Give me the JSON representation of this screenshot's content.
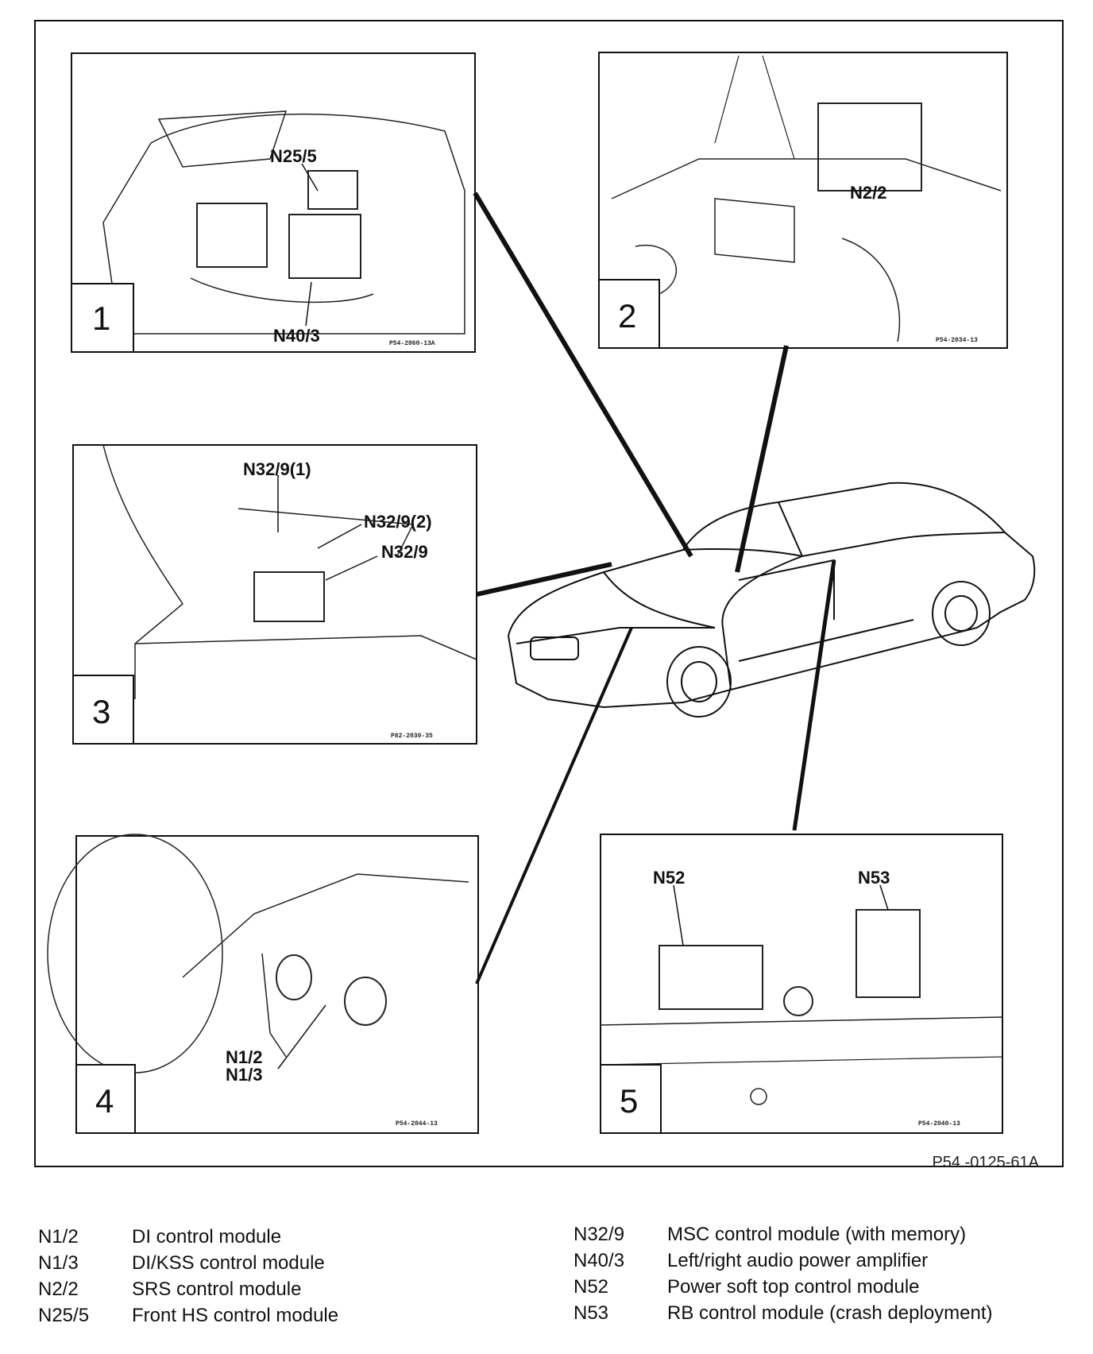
{
  "figure_reference": "P54.-0125-61A",
  "panels": [
    {
      "number": "1",
      "code": "P54-2060-13A",
      "labels": [
        "N25/5",
        "N40/3"
      ]
    },
    {
      "number": "2",
      "code": "P54-2034-13",
      "labels": [
        "N2/2"
      ]
    },
    {
      "number": "3",
      "code": "P82-2030-35",
      "labels": [
        "N32/9(1)",
        "N32/9(2)",
        "N32/9"
      ]
    },
    {
      "number": "4",
      "code": "P54-2044-13",
      "labels": [
        "N1/2",
        "N1/3"
      ]
    },
    {
      "number": "5",
      "code": "P54-2040-13",
      "labels": [
        "N52",
        "N53"
      ]
    }
  ],
  "legend_left": [
    {
      "code": "N1/2",
      "description": "DI control module"
    },
    {
      "code": "N1/3",
      "description": "DI/KSS control module"
    },
    {
      "code": "N2/2",
      "description": "SRS control module"
    },
    {
      "code": "N25/5",
      "description": "Front HS control module"
    }
  ],
  "legend_right": [
    {
      "code": "N32/9",
      "description": "MSC control module (with memory)"
    },
    {
      "code": "N40/3",
      "description": "Left/right audio power amplifier"
    },
    {
      "code": "N52",
      "description": "Power soft top control module"
    },
    {
      "code": "N53",
      "description": "RB control module (crash deployment)"
    }
  ]
}
